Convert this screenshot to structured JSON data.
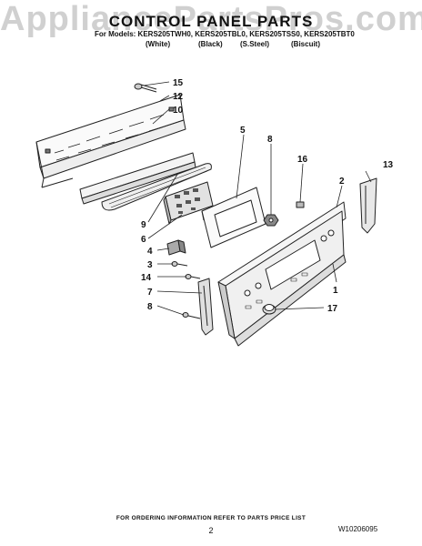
{
  "watermark": "AppliancePartsPros.com",
  "title": "CONTROL PANEL PARTS",
  "models_line": "For Models: KERS205TWH0, KERS205TBL0, KERS205TSS0, KERS205TBT0",
  "variants": [
    "(White)",
    "(Black)",
    "(S.Steel)",
    "(Biscuit)"
  ],
  "callouts": [
    "15",
    "12",
    "10",
    "9",
    "6",
    "5",
    "8",
    "16",
    "2",
    "13",
    "4",
    "3",
    "14",
    "7",
    "8",
    "1",
    "17"
  ],
  "footer": "FOR ORDERING INFORMATION REFER TO PARTS PRICE LIST",
  "page_number": "2",
  "doc_id": "W10206095"
}
